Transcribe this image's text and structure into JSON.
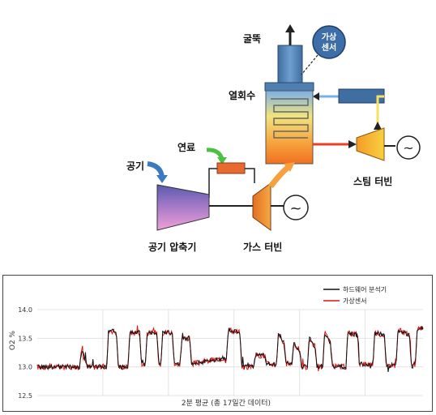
{
  "diagram": {
    "chimney_label": "굴뚝",
    "sensor_label_line1": "가상",
    "sensor_label_line2": "센서",
    "hrsg_label": "열회수",
    "fuel_label": "연료",
    "air_label": "공기",
    "steam_turbine_label": "스팀 터빈",
    "compressor_label": "공기 압축기",
    "gas_turbine_label": "가스 터빈",
    "generator_symbol": "~"
  },
  "chart_data": {
    "type": "line",
    "ylabel": "O2 %",
    "xlabel": "2분 평균 (총 17일간 데이터)",
    "ylim": [
      12.5,
      14.0
    ],
    "yticks": [
      "14.0",
      "13.5",
      "13.0",
      "12.5"
    ],
    "grid": true,
    "legend_position": "top-right",
    "series": [
      {
        "name": "하드웨어 분석기",
        "color": "#111111"
      },
      {
        "name": "가상센서",
        "color": "#e01010"
      }
    ],
    "segments": [
      [
        0.0,
        13.0
      ],
      [
        0.11,
        13.0
      ],
      [
        0.115,
        13.3
      ],
      [
        0.125,
        13.1
      ],
      [
        0.13,
        13.0
      ],
      [
        0.13,
        13.0
      ],
      [
        0.18,
        13.0
      ],
      [
        0.185,
        13.65
      ],
      [
        0.205,
        13.6
      ],
      [
        0.21,
        13.0
      ],
      [
        0.215,
        13.0
      ],
      [
        0.235,
        13.0
      ],
      [
        0.24,
        13.6
      ],
      [
        0.265,
        13.6
      ],
      [
        0.27,
        13.05
      ],
      [
        0.28,
        13.05
      ],
      [
        0.285,
        13.6
      ],
      [
        0.31,
        13.6
      ],
      [
        0.315,
        13.05
      ],
      [
        0.32,
        13.05
      ],
      [
        0.325,
        13.6
      ],
      [
        0.35,
        13.6
      ],
      [
        0.355,
        13.05
      ],
      [
        0.37,
        13.05
      ],
      [
        0.375,
        13.5
      ],
      [
        0.395,
        13.5
      ],
      [
        0.4,
        13.05
      ],
      [
        0.44,
        13.1
      ],
      [
        0.48,
        13.15
      ],
      [
        0.49,
        13.15
      ],
      [
        0.495,
        13.65
      ],
      [
        0.525,
        13.6
      ],
      [
        0.53,
        13.0
      ],
      [
        0.56,
        13.0
      ],
      [
        0.565,
        13.2
      ],
      [
        0.59,
        13.2
      ],
      [
        0.595,
        13.05
      ],
      [
        0.62,
        13.05
      ],
      [
        0.625,
        13.6
      ],
      [
        0.64,
        13.4
      ],
      [
        0.645,
        13.05
      ],
      [
        0.66,
        13.05
      ],
      [
        0.665,
        13.4
      ],
      [
        0.68,
        13.3
      ],
      [
        0.685,
        13.0
      ],
      [
        0.7,
        13.0
      ],
      [
        0.705,
        13.5
      ],
      [
        0.72,
        13.35
      ],
      [
        0.725,
        13.0
      ],
      [
        0.74,
        13.0
      ],
      [
        0.745,
        13.6
      ],
      [
        0.76,
        13.4
      ],
      [
        0.765,
        13.0
      ],
      [
        0.8,
        13.0
      ],
      [
        0.805,
        13.6
      ],
      [
        0.83,
        13.55
      ],
      [
        0.835,
        13.05
      ],
      [
        0.87,
        13.05
      ],
      [
        0.875,
        13.6
      ],
      [
        0.9,
        13.55
      ],
      [
        0.905,
        13.0
      ],
      [
        0.93,
        13.05
      ],
      [
        0.935,
        13.65
      ],
      [
        0.965,
        13.55
      ],
      [
        0.97,
        13.0
      ],
      [
        0.98,
        13.05
      ],
      [
        0.985,
        13.65
      ],
      [
        1.0,
        13.7
      ]
    ]
  }
}
